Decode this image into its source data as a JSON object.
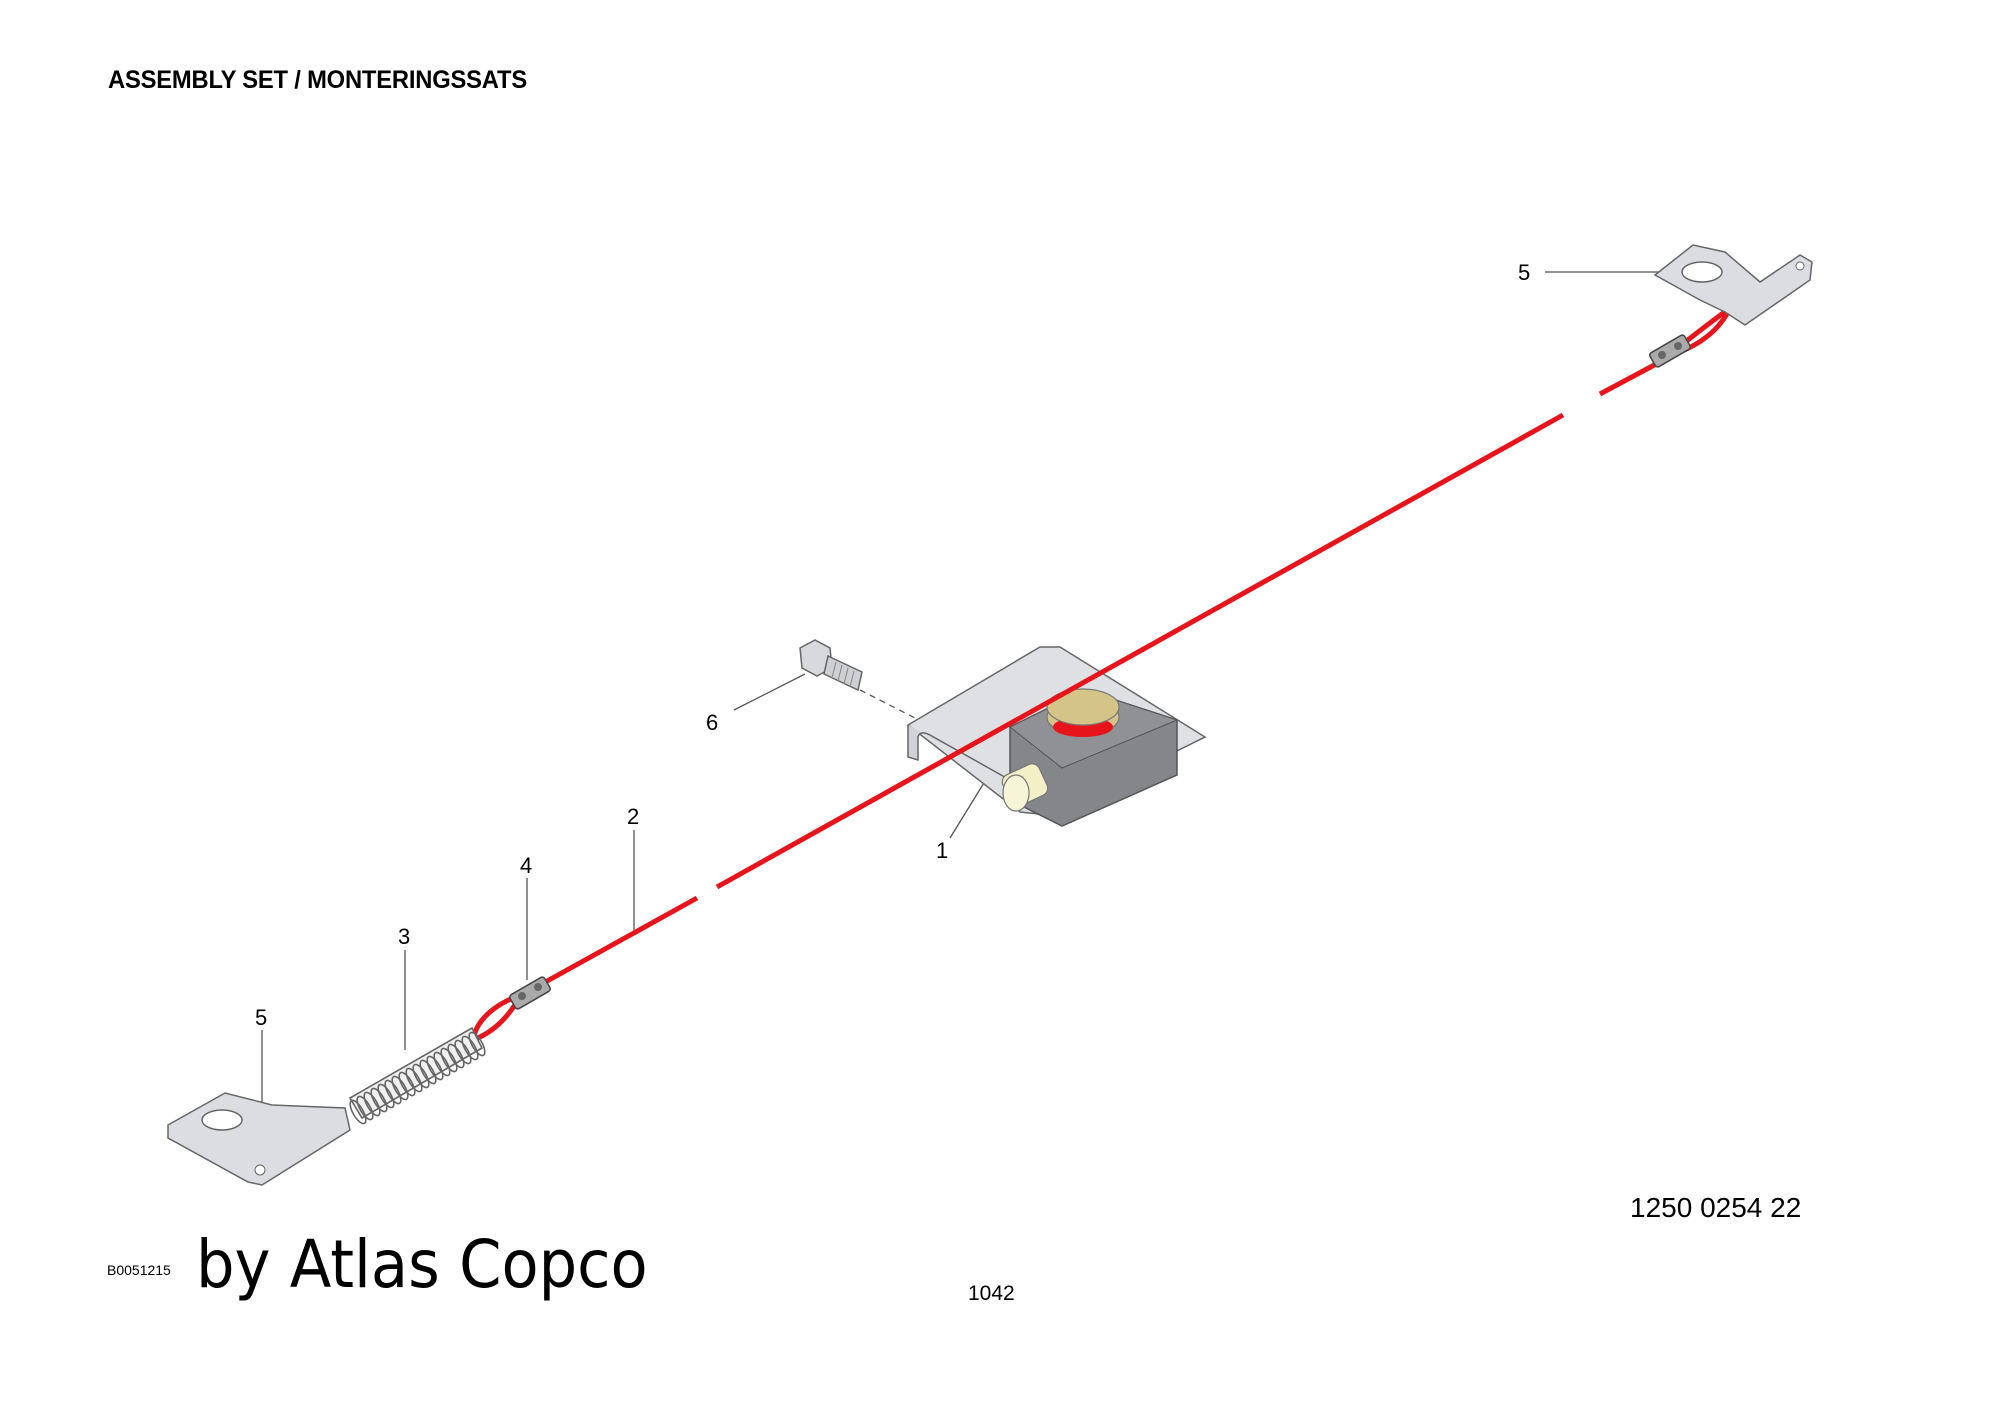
{
  "header": {
    "title": "ASSEMBLY SET / MONTERINGSSATS"
  },
  "callouts": [
    "1",
    "2",
    "3",
    "4",
    "5",
    "5",
    "6"
  ],
  "footer": {
    "part_number": "1250 0254 22",
    "drawing_id": "B0051215",
    "brand": "by Atlas Copco",
    "page_number": "1042"
  },
  "colors": {
    "cable": "#e8141c",
    "metal": "#dcdde2",
    "block": "#858689",
    "cap": "#d4c488",
    "knob": "#f3f0c8"
  }
}
